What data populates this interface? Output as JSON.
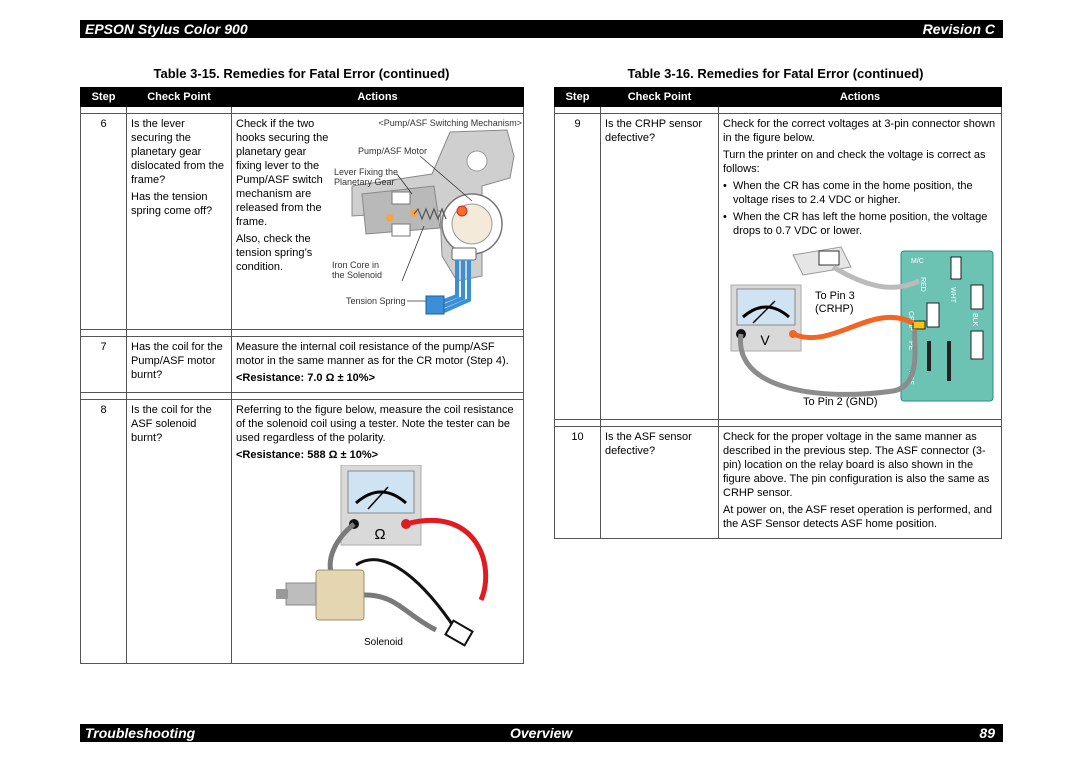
{
  "header": {
    "title": "EPSON Stylus Color 900",
    "revision": "Revision C"
  },
  "footer": {
    "left": "Troubleshooting",
    "center": "Overview",
    "page": "89"
  },
  "left_table": {
    "caption": "Table 3-15.  Remedies for Fatal Error (continued)",
    "headers": [
      "Step",
      "Check Point",
      "Actions"
    ],
    "row6": {
      "step": "6",
      "check1": "Is the lever securing the planetary gear dislocated from the frame?",
      "check2": "Has the tension spring come off?",
      "action1": "Check if the two hooks securing the planetary gear fixing lever to the Pump/ASF switch mechanism are released from the frame.",
      "action2": "Also, check the tension spring’s condition.",
      "fig_title": "<Pump/ASF Switching Mechanism>",
      "fig_motor": "Pump/ASF Motor",
      "fig_lever1": "Lever Fixing the",
      "fig_lever2": "Planetary Gear",
      "fig_iron1": "Iron Core in",
      "fig_iron2": "the Solenoid",
      "fig_spring": "Tension Spring"
    },
    "row7": {
      "step": "7",
      "check": "Has the coil for the Pump/ASF motor burnt?",
      "action": "Measure the internal coil resistance of the pump/ASF motor in the same manner as for the CR motor (Step 4).",
      "resistance": "<Resistance: 7.0 Ω ± 10%>"
    },
    "row8": {
      "step": "8",
      "check": "Is the coil for the ASF solenoid burnt?",
      "action": "Referring to the figure below, measure the coil resistance of the solenoid coil using a tester. Note the tester can be used regardless of the polarity.",
      "resistance": "<Resistance: 588 Ω ± 10%>",
      "meter_symbol": "Ω",
      "fig_label": "Solenoid"
    }
  },
  "right_table": {
    "caption": "Table 3-16.  Remedies for Fatal Error (continued)",
    "headers": [
      "Step",
      "Check Point",
      "Actions"
    ],
    "row9": {
      "step": "9",
      "check": "Is the CRHP sensor defective?",
      "action1": "Check for the correct voltages at 3-pin connector shown in the figure below.",
      "action2": "Turn the printer on and check the voltage is correct as follows:",
      "bullet1": "When the CR has come in the home position, the voltage rises to 2.4 VDC or higher.",
      "bullet2": "When the CR has left the home position, the voltage drops to 0.7 VDC or lower.",
      "meter_symbol": "V",
      "pin3a": "To Pin 3",
      "pin3b": "(CRHP)",
      "pin2": "To Pin 2 (GND)",
      "board_mc": "M/C",
      "board_red": "RED",
      "board_wht": "WHT",
      "board_blk": "BLK",
      "board_crhp": "CRHP",
      "board_pe": "PE",
      "board_asf": "ASF"
    },
    "row10": {
      "step": "10",
      "check": "Is the ASF sensor defective?",
      "action1": "Check for the proper voltage in the same manner as described in the previous step. The ASF connector (3-pin) location on the relay board is also shown in the figure above. The pin configuration is also the same as CRHP sensor.",
      "action2": "At power on, the ASF reset operation is performed, and the ASF Sensor detects ASF home position."
    }
  },
  "colors": {
    "board_green": "#6cc3b4",
    "wire_red": "#e11b22",
    "wire_orange": "#f26522",
    "wire_blue": "#3b8fd6",
    "meter_face": "#cfe3f2"
  }
}
